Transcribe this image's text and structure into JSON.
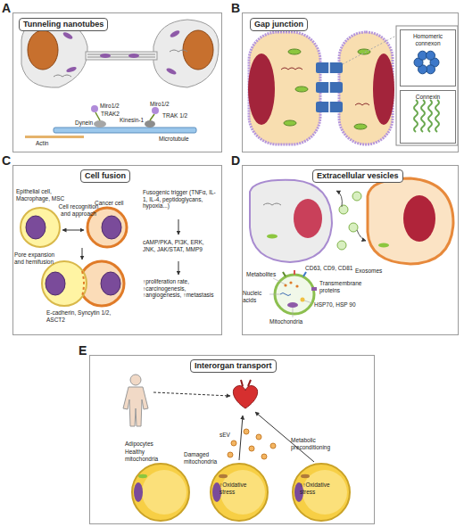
{
  "diagram": {
    "nodes": [
      {
        "text": [
          "A",
          "Tunneling nanotubes"
        ]
      },
      {
        "text": [
          "B",
          "Gap junction"
        ]
      },
      {
        "text": [
          "Homomeric connexon"
        ],
        "in": 1
      },
      {
        "text": [
          "Connexin"
        ],
        "in": 1
      },
      {
        "text": [
          "C",
          "Cell fusion"
        ]
      },
      {
        "text": [
          "D",
          "Extracellular vesicles"
        ]
      },
      {
        "text": [
          "E",
          "Interorgan transport"
        ]
      }
    ],
    "labels": [
      "Miro1/2",
      "TRAK2",
      "Dynein",
      "Actin",
      "Miro1/2",
      "TRAK 1/2",
      "Kinesin-1",
      "Microtubule",
      "Epithelial cell, Macrophage, MSC",
      "Cancer cell",
      "Cell recognition and approach",
      "Pore expansion and hemifusion",
      "E-cadherin, Syncytin 1/2, ASCT2",
      "Fusogenic trigger (TNFα, IL-1, IL-4, peptidoglycans, hypoxia...)",
      "cAMP/PKA, PI3K, ERK, JNK, JAK/STAT, MMP9",
      "↑proliferation rate, ↑carcinogenesis, ↑angiogenesis, ↑metastasis",
      "CD63, CD9, CD81",
      "Exosomes",
      "Metabolites",
      "Transmembrane proteins",
      "Nucleic acids",
      "HSP70, HSP 90",
      "Mitochondria",
      "Adipocytes",
      "Healthy mitochondria",
      "sEV",
      "Damaged mitochondria",
      "Metabolic preconditioning",
      "↑Oxidative stress",
      "↑↑Oxidative stress"
    ]
  }
}
